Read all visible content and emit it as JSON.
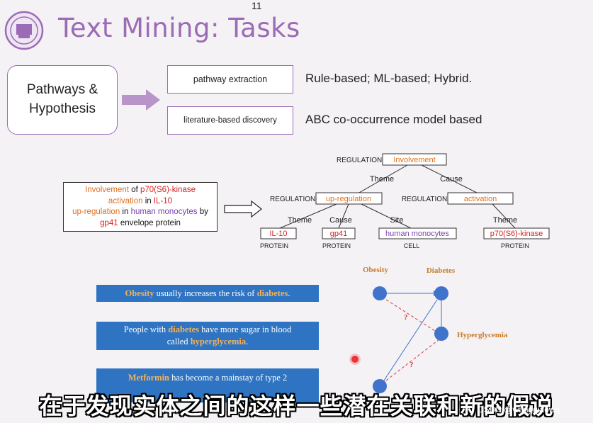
{
  "slide": {
    "title": "Text Mining: Tasks",
    "top_mark": "11",
    "left_box": "Pathways &\nHypothesis",
    "tasks": [
      {
        "label": "pathway extraction",
        "description": "Rule-based; ML-based; Hybrid."
      },
      {
        "label": "literature-based discovery",
        "description": "ABC co-occurrence model based"
      }
    ]
  },
  "example_sentence": {
    "line1": [
      "Involvement",
      " of ",
      "p70(S6)-kinase"
    ],
    "line2": [
      "activation",
      " in ",
      "IL-10"
    ],
    "line3": [
      "up-regulation",
      " in ",
      "human monocytes",
      " by"
    ],
    "line4": [
      "gp41",
      " envelope protein"
    ]
  },
  "event_tree": {
    "root": {
      "type": "REGULATION",
      "label": "Involvement"
    },
    "edge_theme": "Theme",
    "edge_cause": "Cause",
    "edge_site": "Site",
    "left": {
      "type": "REGULATION",
      "label": "up-regulation"
    },
    "right": {
      "type": "REGULATION",
      "label": "activation"
    },
    "leaves": [
      {
        "label": "IL-10",
        "type": "PROTEIN"
      },
      {
        "label": "gp41",
        "type": "PROTEIN"
      },
      {
        "label": "human monocytes",
        "type": "CELL"
      },
      {
        "label": "p70(S6)-kinase",
        "type": "PROTEIN"
      }
    ]
  },
  "abc_sentences": {
    "s1": [
      "Obesity",
      " usually increases the risk of ",
      "diabetes",
      "."
    ],
    "s2a": [
      "People with ",
      "diabetes",
      " have more sugar in blood"
    ],
    "s2b": [
      "called ",
      "hyperglycemia",
      "."
    ],
    "s3a": [
      "Metformin",
      " has become a mainstay of type 2"
    ]
  },
  "abc_graph": {
    "nodes": [
      "Obesity",
      "Diabetes",
      "Hyperglycemia"
    ],
    "unknown_mark": "?"
  },
  "subtitle": "在于发现实体之间的这样一些潜在关联和新的假说",
  "watermark": "CSDN @wangqiaowq",
  "colors": {
    "accent": "#9b6bb5",
    "blue_box": "#2e74c2",
    "node": "#3f73cc"
  }
}
